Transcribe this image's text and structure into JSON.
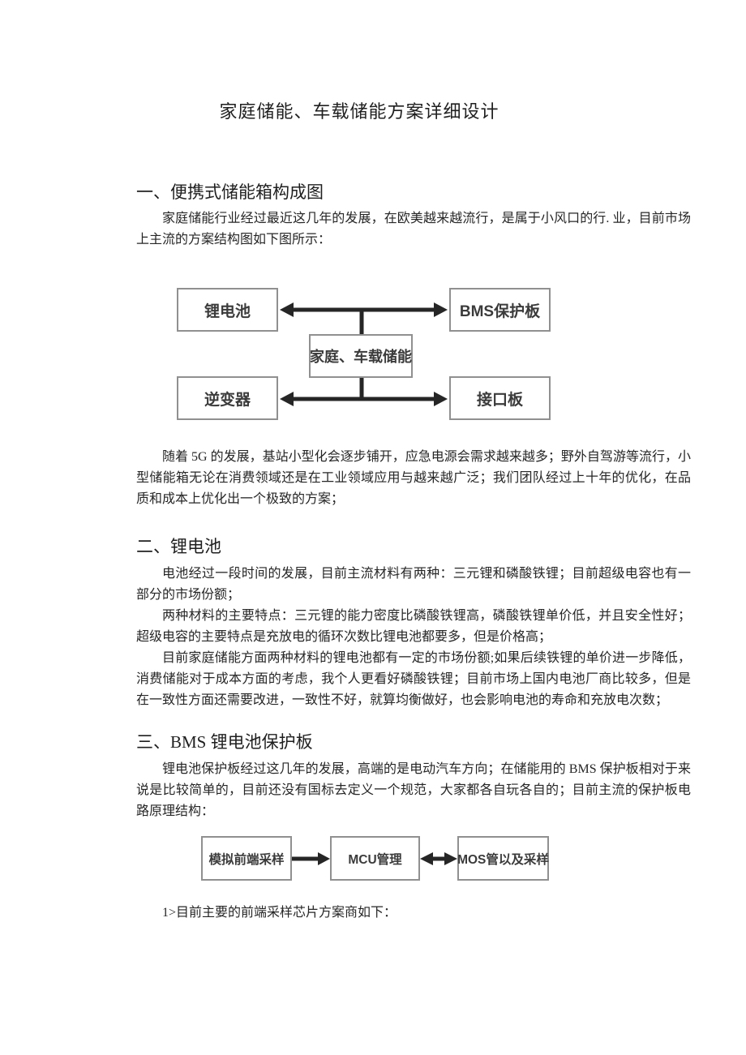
{
  "document": {
    "title": "家庭储能、车载储能方案详细设计"
  },
  "section1": {
    "heading": "一、便携式储能箱构成图",
    "paragraph": "家庭储能行业经过最近这几年的发展，在欧美越来越流行，是属于小风口的行. 业，目前市场上主流的方案结构图如下图所示：",
    "paragraph_after_diagram": "随着 5G 的发展，基站小型化会逐步铺开，应急电源会需求越来越多；野外自驾游等流行，小型储能箱无论在消费领域还是在工业领域应用与越来越广泛；我们团队经过上十年的优化，在品质和成本上优化出一个极致的方案；"
  },
  "diagram1": {
    "battery_label": "锂电池",
    "bms_label": "BMS保护板",
    "center_label": "家庭、车载储能",
    "inverter_label": "逆变器",
    "interface_label": "接口板"
  },
  "section2": {
    "heading": "二、锂电池",
    "paragraph1": "电池经过一段时间的发展，目前主流材料有两种：三元锂和磷酸铁锂；目前超级电容也有一部分的市场份额；",
    "paragraph2": "两种材料的主要特点：三元锂的能力密度比磷酸铁锂高，磷酸铁锂单价低，并且安全性好；超级电容的主要特点是充放电的循环次数比锂电池都要多，但是价格高；",
    "paragraph3": "目前家庭储能方面两种材料的锂电池都有一定的市场份额;如果后续铁锂的单价进一步降低，消费储能对于成本方面的考虑，我个人更看好磷酸铁锂；目前市场上国内电池厂商比较多，但是在一致性方面还需要改进，一致性不好，就算均衡做好，也会影响电池的寿命和充放电次数；"
  },
  "section3": {
    "heading": "三、BMS 锂电池保护板",
    "paragraph": "锂电池保护板经过这几年的发展，高端的是电动汽车方向；在储能用的 BMS 保护板相对于来说是比较简单的，目前还没有国标去定义一个规范，大家都各自玩各自的；目前主流的保护板电路原理结构：",
    "list_item": "1>目前主要的前端采样芯片方案商如下："
  },
  "diagram2": {
    "afe_label": "模拟前端采样",
    "mcu_label": "MCU管理",
    "mos_label": "MOS管以及采样"
  }
}
